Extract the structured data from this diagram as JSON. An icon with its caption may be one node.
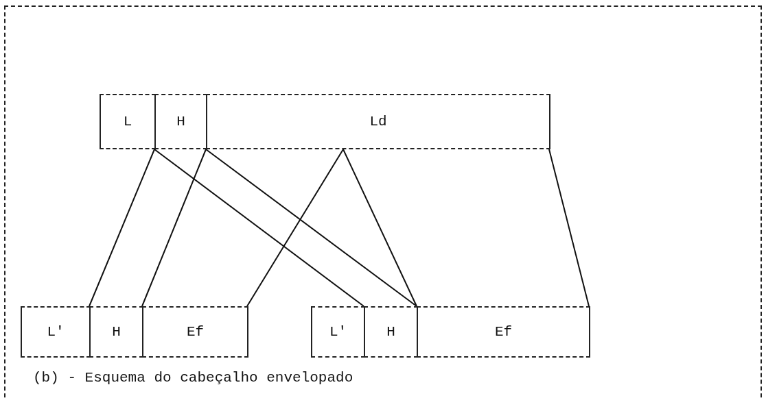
{
  "diagram": {
    "caption": "(b) - Esquema do cabeçalho envelopado",
    "nodes": [
      {
        "text": [
          "L"
        ]
      },
      {
        "text": [
          "H"
        ]
      },
      {
        "text": [
          "Ld"
        ]
      },
      {
        "text": [
          "L'"
        ]
      },
      {
        "text": [
          "H"
        ]
      },
      {
        "text": [
          "Ef"
        ]
      },
      {
        "text": [
          "L'"
        ]
      },
      {
        "text": [
          "H"
        ]
      },
      {
        "text": [
          "Ef"
        ]
      }
    ],
    "edges": [
      {
        "from": 1,
        "to": 4,
        "arrow": "none"
      },
      {
        "from": 1,
        "to": 4,
        "arrow": "none"
      },
      {
        "from": 1,
        "to": 7,
        "arrow": "none"
      },
      {
        "from": 1,
        "to": 7,
        "arrow": "none"
      },
      {
        "from": 2,
        "to": 5,
        "arrow": "none"
      },
      {
        "from": 2,
        "to": 8,
        "arrow": "none"
      },
      {
        "from": 2,
        "to": 8,
        "arrow": "none"
      }
    ]
  }
}
